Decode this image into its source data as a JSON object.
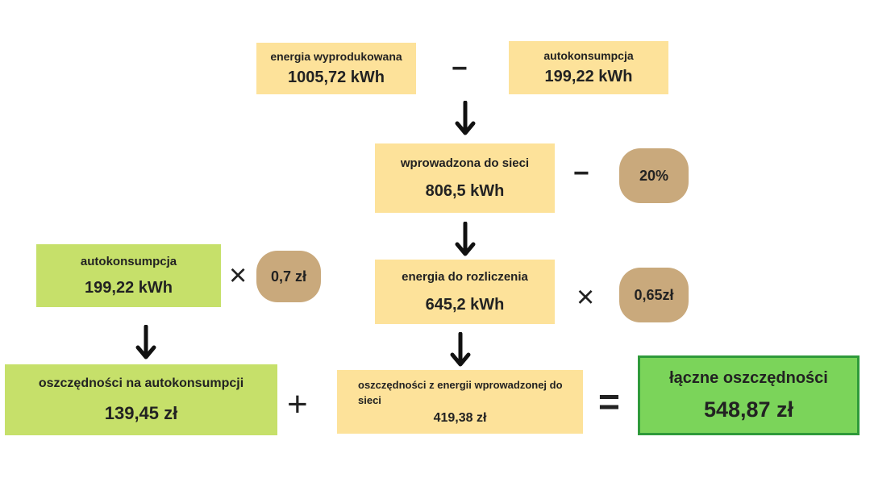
{
  "boxes": {
    "produced": {
      "label": "energia wyprodukowana",
      "value": "1005,72 kWh"
    },
    "autocons_top": {
      "label": "autokonsumpcja",
      "value": "199,22 kWh"
    },
    "grid": {
      "label": "wprowadzona do sieci",
      "value": "806,5 kWh"
    },
    "settle": {
      "label": "energia do rozliczenia",
      "value": "645,2 kWh"
    },
    "autocons_left": {
      "label": "autokonsumpcja",
      "value": "199,22 kWh"
    },
    "savings_auto": {
      "label": "oszczędności na autokonsumpcji",
      "value": "139,45 zł"
    },
    "savings_grid": {
      "label": "oszczędności z energii wprowadzonej do sieci",
      "value": "419,38 zł"
    },
    "total": {
      "label": "łączne oszczędności",
      "value": "548,87 zł"
    }
  },
  "pills": {
    "percent": "20%",
    "price_auto": "0,7 zł",
    "price_grid": "0,65zł"
  },
  "operators": {
    "minus": "−",
    "times": "×",
    "plus": "+",
    "equals": "="
  }
}
